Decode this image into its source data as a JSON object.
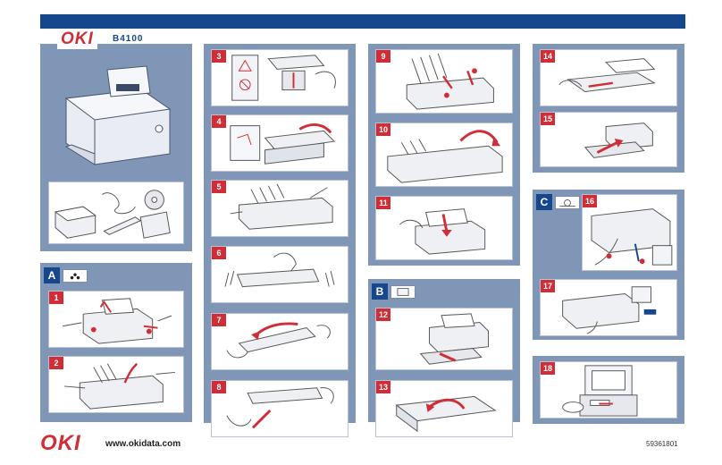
{
  "brand": {
    "logo": "OKI",
    "model": "B4100",
    "website": "www.okidata.com",
    "part_number": "59361801",
    "accent": "#d02d36",
    "primary": "#16478c",
    "panel": "#8096b6"
  },
  "sections": {
    "a": "A",
    "b": "B",
    "c": "C"
  },
  "steps": [
    "1",
    "2",
    "3",
    "4",
    "5",
    "6",
    "7",
    "8",
    "9",
    "10",
    "11",
    "12",
    "13",
    "14",
    "15",
    "16",
    "17",
    "18"
  ],
  "icons": {
    "printer": "printer-illustration",
    "supplies": "supplies-illustration",
    "toner": "toner-icon",
    "paper": "paper-icon",
    "cable": "cable-icon"
  }
}
